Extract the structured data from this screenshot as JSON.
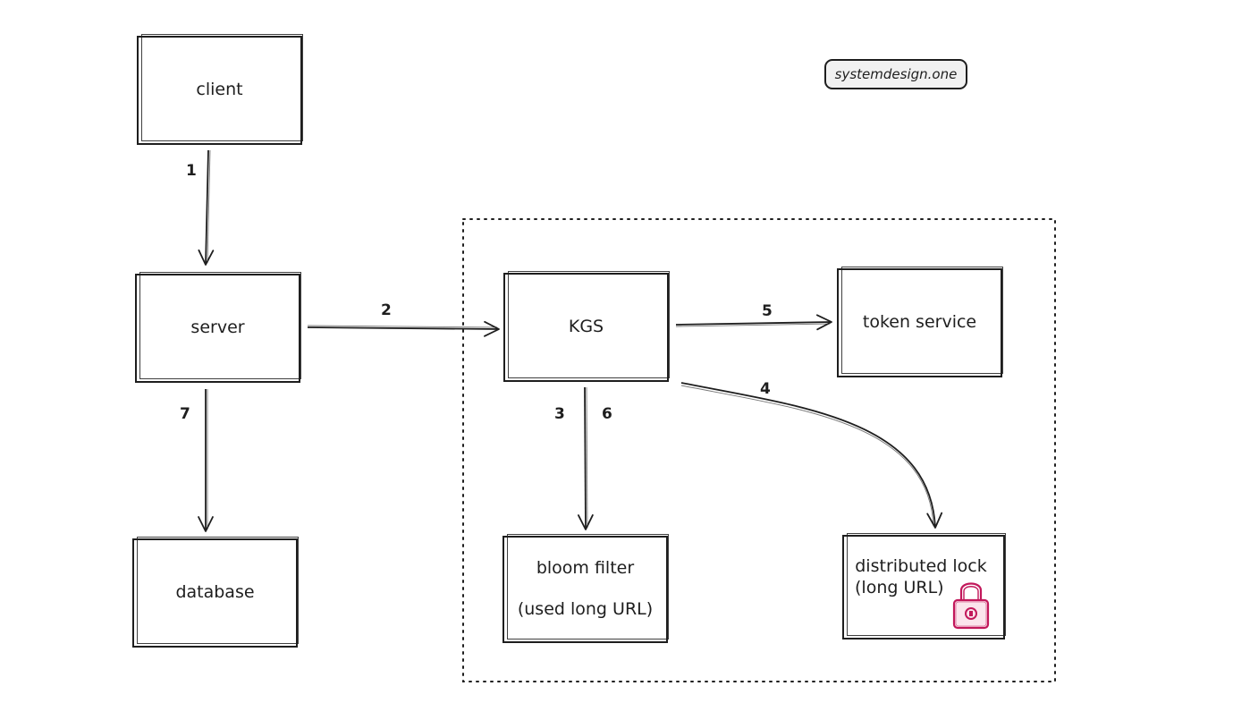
{
  "badge": "systemdesign.one",
  "nodes": {
    "client": "client",
    "server": "server",
    "database": "database",
    "kgs": "KGS",
    "token_service": "token service",
    "bloom_filter": {
      "line1": "bloom filter",
      "line2": "(used long URL)"
    },
    "distributed_lock": {
      "line1": "distributed lock",
      "line2": "(long URL)"
    }
  },
  "steps": {
    "client_to_server": "1",
    "server_to_kgs": "2",
    "kgs_to_bloom": "3",
    "kgs_to_lock": "4",
    "kgs_to_token": "5",
    "bloom_to_kgs": "6",
    "server_to_database": "7"
  },
  "colors": {
    "ink": "#1e1e1e",
    "lock_icon": "#c2185b",
    "badge_fill": "#f1f1f1"
  },
  "icons": {
    "lock": "padlock-icon"
  }
}
